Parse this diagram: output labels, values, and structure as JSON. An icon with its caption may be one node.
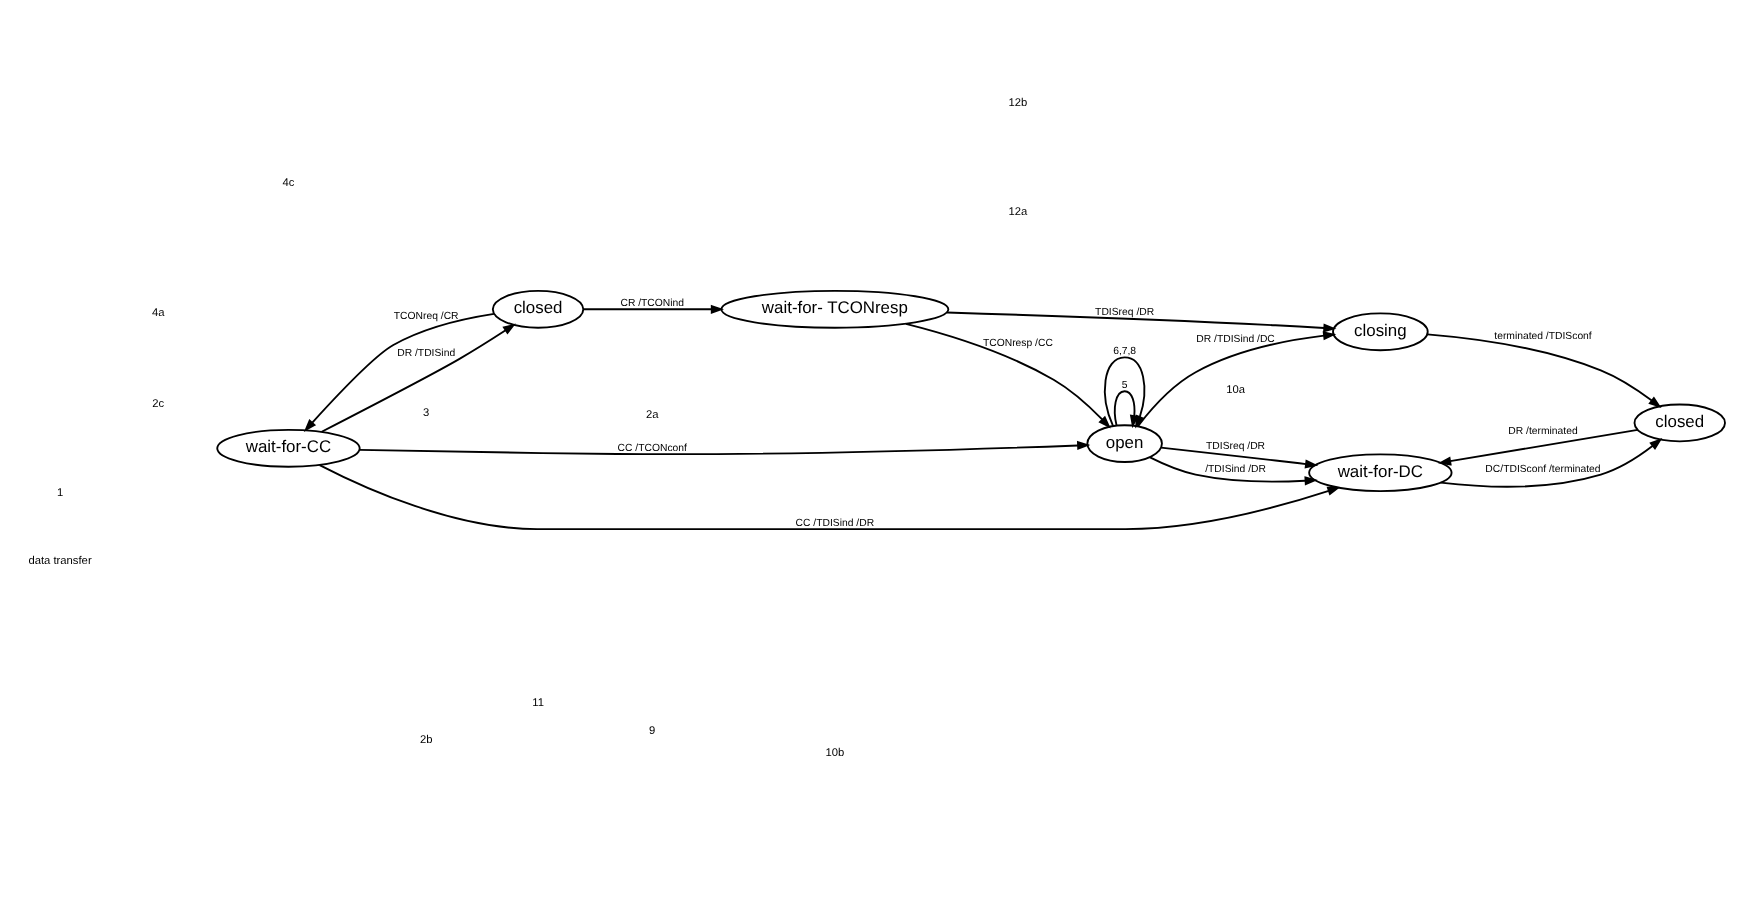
{
  "diagram": {
    "nodes": [
      {
        "text": [
          "wait-for-CC"
        ]
      },
      {
        "text": [
          "wait-for-DC"
        ]
      },
      {
        "text": [
          "closed"
        ]
      },
      {
        "text": [
          "open"
        ]
      },
      {
        "text": [
          "closed"
        ]
      },
      {
        "text": [
          "wait-for- TCONresp"
        ]
      },
      {
        "text": [
          "closing"
        ]
      }
    ],
    "edges": [
      {
        "from": 2,
        "to": 0,
        "arrow": "to",
        "label": "TCONreq /CR"
      },
      {
        "from": 0,
        "to": 1,
        "arrow": "to",
        "label": "CC /TDISind /DR"
      },
      {
        "from": 0,
        "to": 2,
        "arrow": "to",
        "label": "DR /TDISind"
      },
      {
        "from": 0,
        "to": 3,
        "arrow": "to",
        "label": "CC /TCONconf"
      },
      {
        "from": 3,
        "to": 1,
        "arrow": "to",
        "label": "/TDISind /DR"
      },
      {
        "from": 3,
        "to": 1,
        "arrow": "to",
        "label": "TDISreq /DR"
      },
      {
        "from": 1,
        "to": 4,
        "arrow": "to",
        "label": "DC/TDISconf /terminated"
      },
      {
        "from": 4,
        "to": 1,
        "arrow": "to",
        "label": "DR /terminated"
      },
      {
        "from": 2,
        "to": 5,
        "arrow": "to",
        "label": "CR /TCONind"
      },
      {
        "from": 5,
        "to": 3,
        "arrow": "to",
        "label": "TCONresp /CC"
      },
      {
        "from": 3,
        "to": 3,
        "arrow": "to",
        "label": "5"
      },
      {
        "from": 3,
        "to": 3,
        "arrow": "to",
        "label": "6,7,8"
      },
      {
        "from": 3,
        "to": 6,
        "arrow": "to",
        "label": "DR /TDISind /DC"
      },
      {
        "from": 5,
        "to": 6,
        "arrow": "to",
        "label": "TDISreq /DR"
      },
      {
        "from": 6,
        "to": 4,
        "arrow": "to",
        "label": "terminated /TDISconf"
      }
    ],
    "labels": [
      "1",
      "2b",
      "11",
      "9",
      "10b",
      "2c",
      "2a",
      "10a",
      "data transfer",
      "4a",
      "12b",
      "12a",
      "3",
      "4c"
    ]
  }
}
